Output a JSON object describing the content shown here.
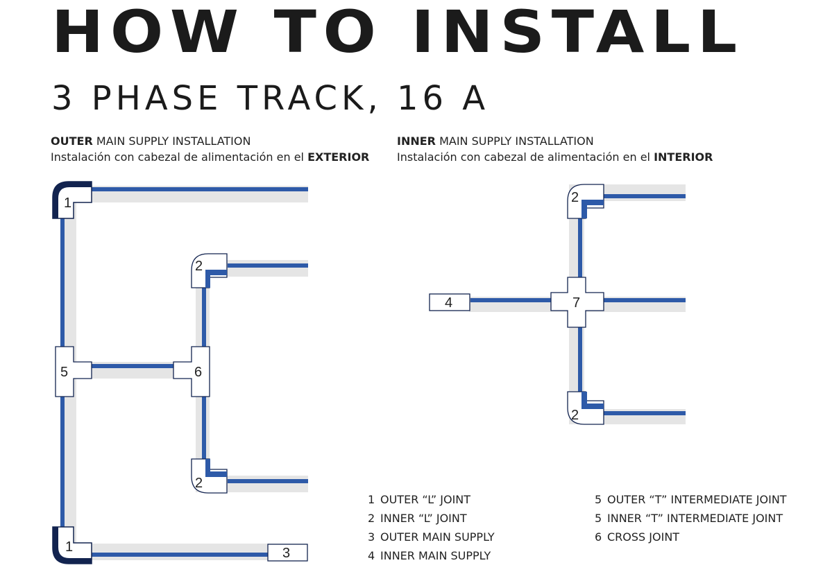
{
  "header": {
    "title": "HOW TO INSTALL",
    "subtitle": "3 PHASE TRACK, 16 A"
  },
  "outer_section": {
    "heading_bold": "OUTER",
    "heading_rest": " MAIN SUPPLY INSTALLATION",
    "spanish_text": "Instalación con cabezal de alimentación en el ",
    "spanish_bold": "EXTERIOR"
  },
  "inner_section": {
    "heading_bold": "INNER",
    "heading_rest": " MAIN SUPPLY INSTALLATION",
    "spanish_text": "Instalación con cabezal de alimentación en el ",
    "spanish_bold": "INTERIOR"
  },
  "joint_labels": {
    "one": "1",
    "two": "2",
    "three": "3",
    "four": "4",
    "five": "5",
    "six": "6",
    "seven": "7"
  },
  "legend": {
    "left": [
      {
        "num": "1",
        "text": "OUTER “L” JOINT"
      },
      {
        "num": "2",
        "text": "INNER “L” JOINT"
      },
      {
        "num": "3",
        "text": "OUTER MAIN SUPPLY"
      },
      {
        "num": "4",
        "text": "INNER MAIN SUPPLY"
      }
    ],
    "right": [
      {
        "num": "5",
        "text": "OUTER “T” INTERMEDIATE JOINT"
      },
      {
        "num": "5",
        "text": "INNER “T” INTERMEDIATE JOINT"
      },
      {
        "num": "6",
        "text": "CROSS JOINT"
      }
    ]
  },
  "colors": {
    "track_blue": "#2e5aa8",
    "track_grey": "#e5e5e5",
    "outer_l_navy": "#12234f",
    "text": "#1b1b1b"
  }
}
